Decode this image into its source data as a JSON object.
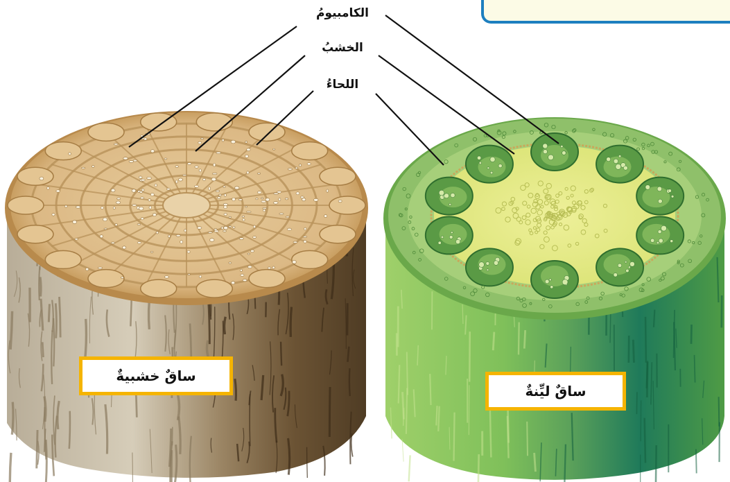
{
  "labels": {
    "cambium": "الكامبيومُ",
    "xylem": "الخشبُ",
    "phloem": "اللحاءُ"
  },
  "captions": {
    "woody_stem": "ساقٌ خشبيةٌ",
    "herbaceous_stem": "ساقٌ ليِّنةٌ"
  },
  "colors": {
    "frame_blue": "#1d7fbf",
    "caption_border": "#f5b400",
    "bark_light": "#c9bfa9",
    "bark_dark": "#6b5334",
    "wood_top": "#d9b583",
    "green_side_light": "#a9cf6a",
    "green_side_dark": "#2f7d55",
    "green_top_outer": "#8fc06a",
    "pith_yellow": "#e6ea8f"
  }
}
